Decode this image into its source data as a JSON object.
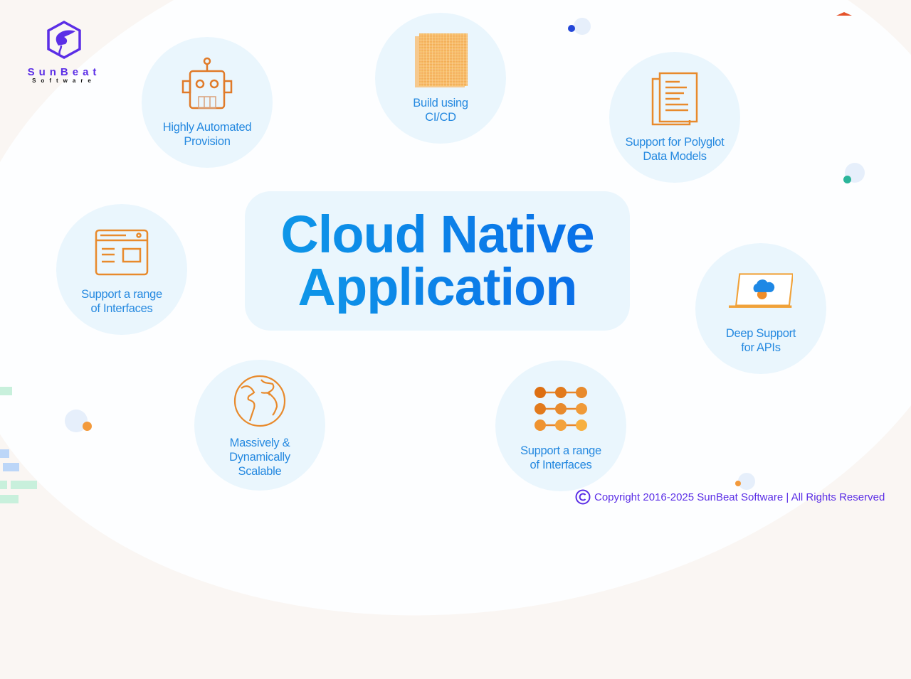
{
  "brand": {
    "name": "SunBeat",
    "sub": "Software",
    "accent": "#5b2ee6"
  },
  "center": {
    "line1": "Cloud Native",
    "line2": "Application",
    "color": "#0a78e8"
  },
  "features": [
    {
      "label": "Highly Automated\nProvision",
      "icon": "robot-icon"
    },
    {
      "label": "Build using\nCI/CD",
      "icon": "grid-block-icon"
    },
    {
      "label": "Support for Polyglot\nData Models",
      "icon": "documents-icon"
    },
    {
      "label": "Support a range\nof Interfaces",
      "icon": "browser-window-icon"
    },
    {
      "label": "Deep Support\nfor APIs",
      "icon": "laptop-cloud-gear-icon"
    },
    {
      "label": "Massively &\nDynamically\nScalable",
      "icon": "globe-icon"
    },
    {
      "label": "Support a range\nof Interfaces",
      "icon": "node-network-icon"
    }
  ],
  "colors": {
    "icon_orange": "#e8862a",
    "label_blue": "#2589e0",
    "circle_bg": "#eaf6fd"
  },
  "footer": {
    "copyright": "Copyright 2016-2025 SunBeat Software | All Rights Reserved",
    "icon": "copyright-icon"
  }
}
